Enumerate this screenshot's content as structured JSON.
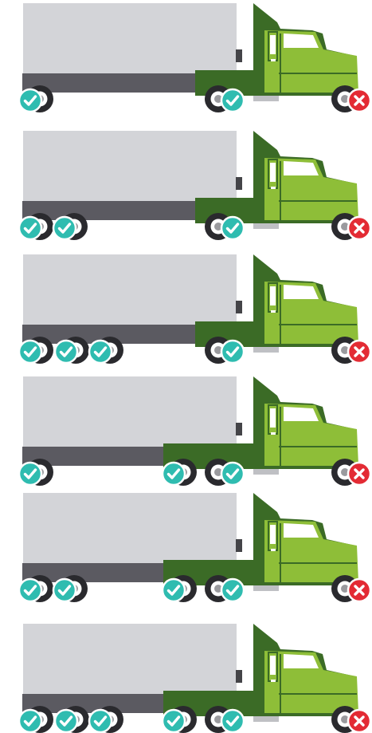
{
  "colors": {
    "trailer_body": "#d3d4d8",
    "trailer_frame": "#5b5a61",
    "cab_dark": "#3b6b26",
    "cab_light": "#8ebe38",
    "window": "#ffffff",
    "tire": "#2a2a2e",
    "hub": "#ffffff",
    "check_badge": "#2fbcb0",
    "cross_badge": "#e32b34",
    "chrome": "#bfc0c4"
  },
  "icons": {
    "ok": "check-circle-icon",
    "bad": "x-circle-icon"
  },
  "trucks": [
    {
      "trailer_axles": [
        {
          "kind": "single",
          "status": "ok"
        }
      ],
      "drive_axle": {
        "kind": "single",
        "status": "ok"
      },
      "steer_axle": {
        "status": "bad"
      }
    },
    {
      "trailer_axles": [
        {
          "kind": "single",
          "status": "ok"
        },
        {
          "kind": "single",
          "status": "ok"
        }
      ],
      "drive_axle": {
        "kind": "single",
        "status": "ok"
      },
      "steer_axle": {
        "status": "bad"
      }
    },
    {
      "trailer_axles": [
        {
          "kind": "single",
          "status": "ok"
        },
        {
          "kind": "single",
          "status": "ok"
        },
        {
          "kind": "single",
          "status": "ok"
        }
      ],
      "drive_axle": {
        "kind": "single",
        "status": "ok"
      },
      "steer_axle": {
        "status": "bad"
      }
    },
    {
      "trailer_axles": [
        {
          "kind": "single",
          "status": "ok"
        }
      ],
      "drive_axle": {
        "kind": "tandem",
        "status": "ok"
      },
      "steer_axle": {
        "status": "bad"
      }
    },
    {
      "trailer_axles": [
        {
          "kind": "single",
          "status": "ok"
        },
        {
          "kind": "single",
          "status": "ok"
        }
      ],
      "drive_axle": {
        "kind": "tandem",
        "status": "ok"
      },
      "steer_axle": {
        "status": "bad"
      }
    },
    {
      "trailer_axles": [
        {
          "kind": "single",
          "status": "ok"
        },
        {
          "kind": "single",
          "status": "ok"
        },
        {
          "kind": "single",
          "status": "ok"
        }
      ],
      "drive_axle": {
        "kind": "tandem",
        "status": "ok"
      },
      "steer_axle": {
        "status": "bad"
      }
    }
  ]
}
